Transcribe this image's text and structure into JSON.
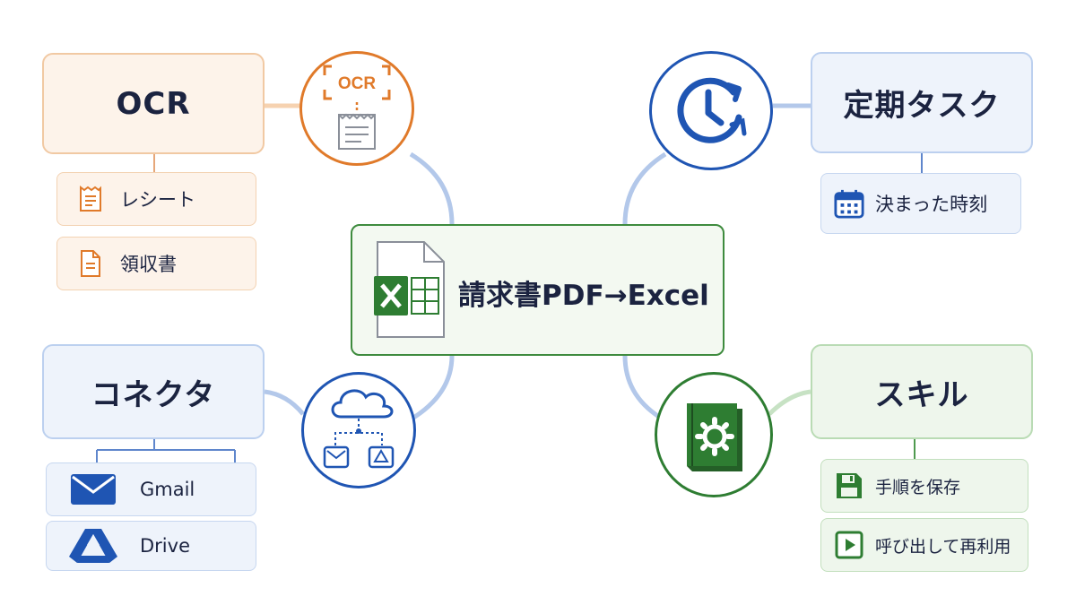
{
  "center": {
    "label": "請求書PDF→Excel",
    "icon": "excel-file-icon"
  },
  "ocr": {
    "title": "OCR",
    "badge": "OCR",
    "items": [
      {
        "label": "レシート",
        "icon": "receipt-icon"
      },
      {
        "label": "領収書",
        "icon": "document-icon"
      }
    ]
  },
  "connector": {
    "title": "コネクタ",
    "items": [
      {
        "label": "Gmail",
        "icon": "mail-icon"
      },
      {
        "label": "Drive",
        "icon": "drive-icon"
      }
    ]
  },
  "task": {
    "title": "定期タスク",
    "items": [
      {
        "label": "決まった時刻",
        "icon": "calendar-icon"
      }
    ]
  },
  "skill": {
    "title": "スキル",
    "items": [
      {
        "label": "手順を保存",
        "icon": "save-icon"
      },
      {
        "label": "呼び出して再利用",
        "icon": "play-icon"
      }
    ]
  },
  "colors": {
    "orange": "#e07a2a",
    "blue": "#1f55b3",
    "green": "#2e7d32",
    "connector": "#b3c8ea"
  }
}
